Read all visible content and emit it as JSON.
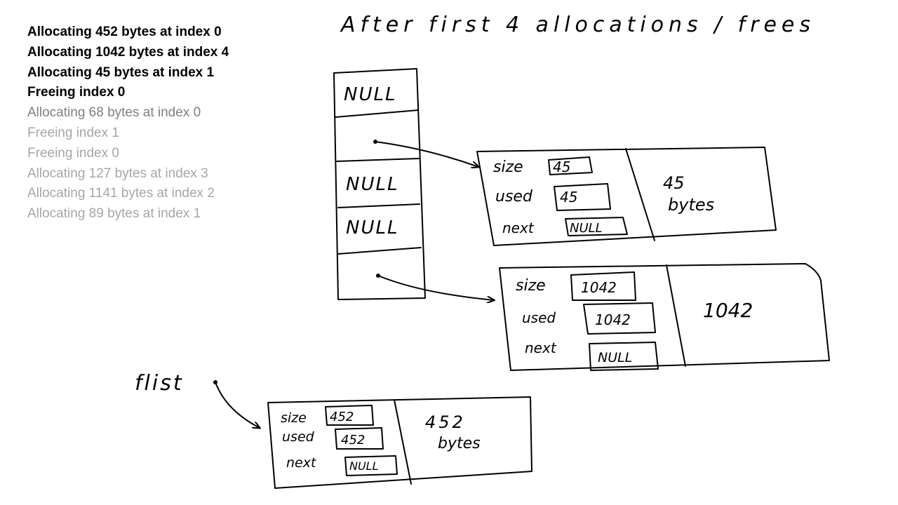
{
  "operations": [
    {
      "text": "Allocating 452 bytes at index 0",
      "state": "done"
    },
    {
      "text": "Allocating 1042 bytes at index 4",
      "state": "done"
    },
    {
      "text": "Allocating 45 bytes at index 1",
      "state": "done"
    },
    {
      "text": "Freeing index 0",
      "state": "done"
    },
    {
      "text": "Allocating 68 bytes at index 0",
      "state": "next"
    },
    {
      "text": "Freeing index 1",
      "state": "pending"
    },
    {
      "text": "Freeing index 0",
      "state": "pending"
    },
    {
      "text": "Allocating 127 bytes at index 3",
      "state": "pending"
    },
    {
      "text": "Allocating 1141 bytes at index 2",
      "state": "pending"
    },
    {
      "text": "Allocating 89 bytes at index 1",
      "state": "pending"
    }
  ],
  "diagram": {
    "title": "After first 4 allocations / frees",
    "array_cells": [
      "NULL",
      "",
      "NULL",
      "NULL",
      ""
    ],
    "blocks": {
      "block_45": {
        "size": "45",
        "used": "45",
        "next": "NULL",
        "payload_line1": "45",
        "payload_line2": "bytes"
      },
      "block_1042": {
        "size": "1042",
        "used": "1042",
        "next": "NULL",
        "payload_line1": "1042",
        "payload_line2": ""
      },
      "block_452": {
        "size": "452",
        "used": "452",
        "next": "NULL",
        "payload_line1": "452",
        "payload_line2": "bytes"
      }
    },
    "field_labels": {
      "size": "size",
      "used": "used",
      "next": "next"
    },
    "flist_label": "flist"
  }
}
